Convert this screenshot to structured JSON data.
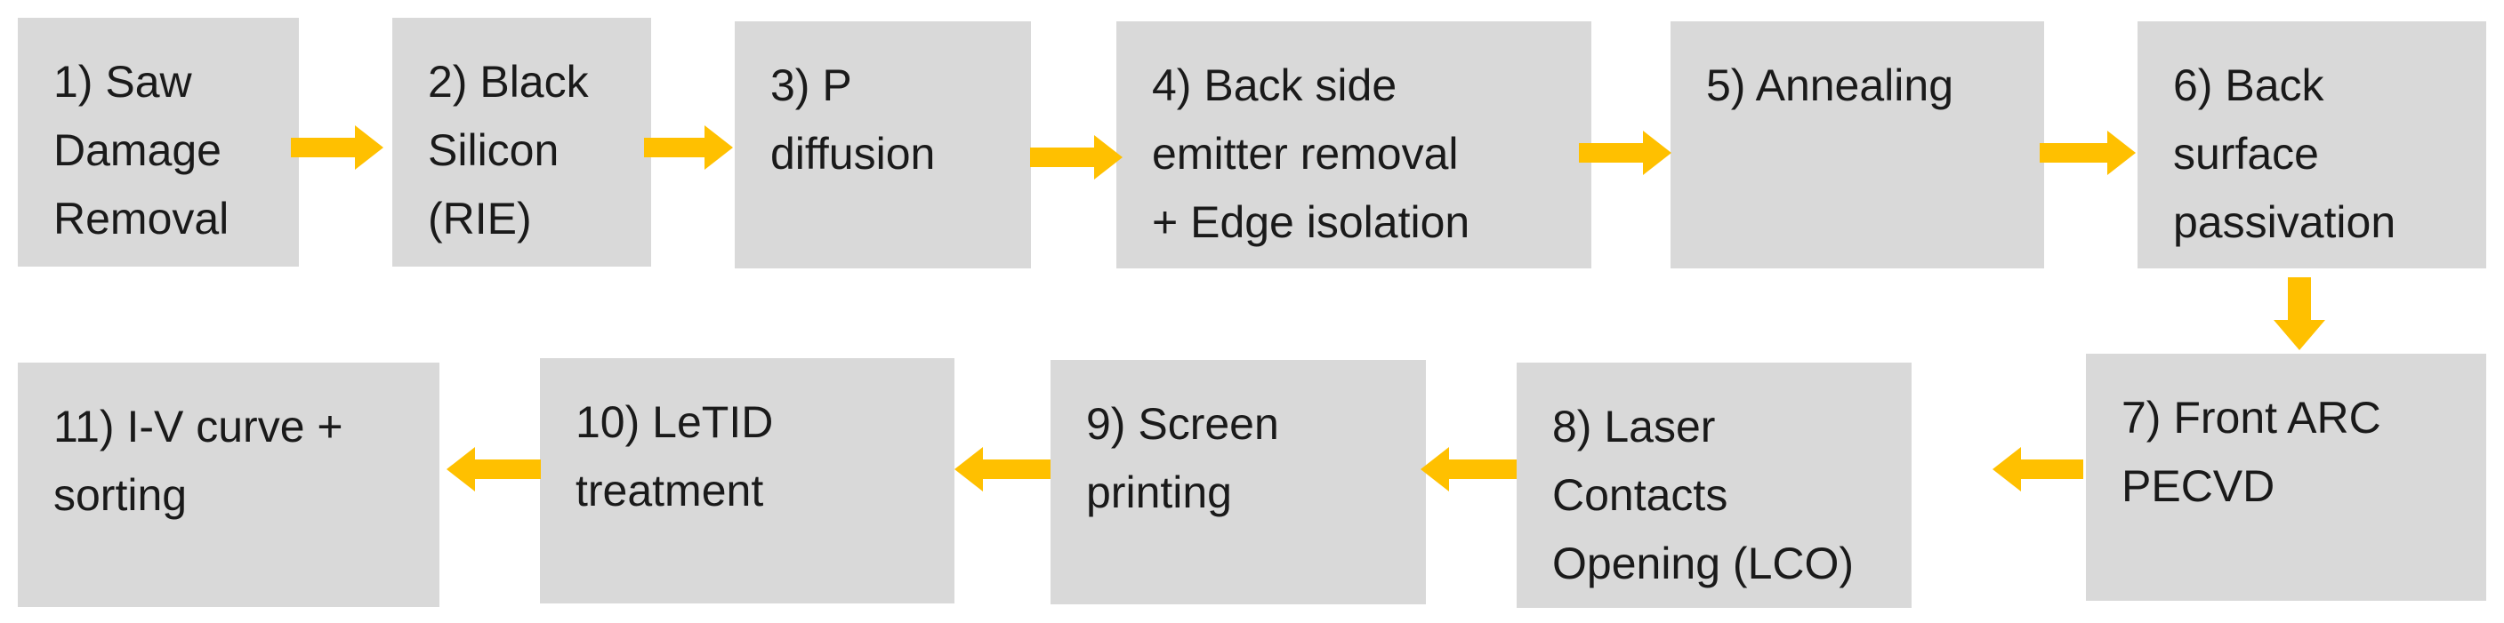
{
  "diagram": {
    "arrow_color": "#FFC000",
    "box_color": "#D9D9D9",
    "text_color": "#1A1A1A",
    "steps": [
      {
        "label": "1) Saw\nDamage\nRemoval"
      },
      {
        "label": "2) Black\nSilicon\n(RIE)"
      },
      {
        "label": "3) P\ndiffusion"
      },
      {
        "label": "4) Back side\nemitter removal\n+ Edge isolation"
      },
      {
        "label": "5) Annealing"
      },
      {
        "label": "6) Back\nsurface\npassivation"
      },
      {
        "label": "7) Front ARC\nPECVD"
      },
      {
        "label": "8) Laser\nContacts\nOpening (LCO)"
      },
      {
        "label": "9) Screen\nprinting"
      },
      {
        "label": "10) LeTID\ntreatment"
      },
      {
        "label": "11) I-V curve +\nsorting"
      }
    ]
  }
}
